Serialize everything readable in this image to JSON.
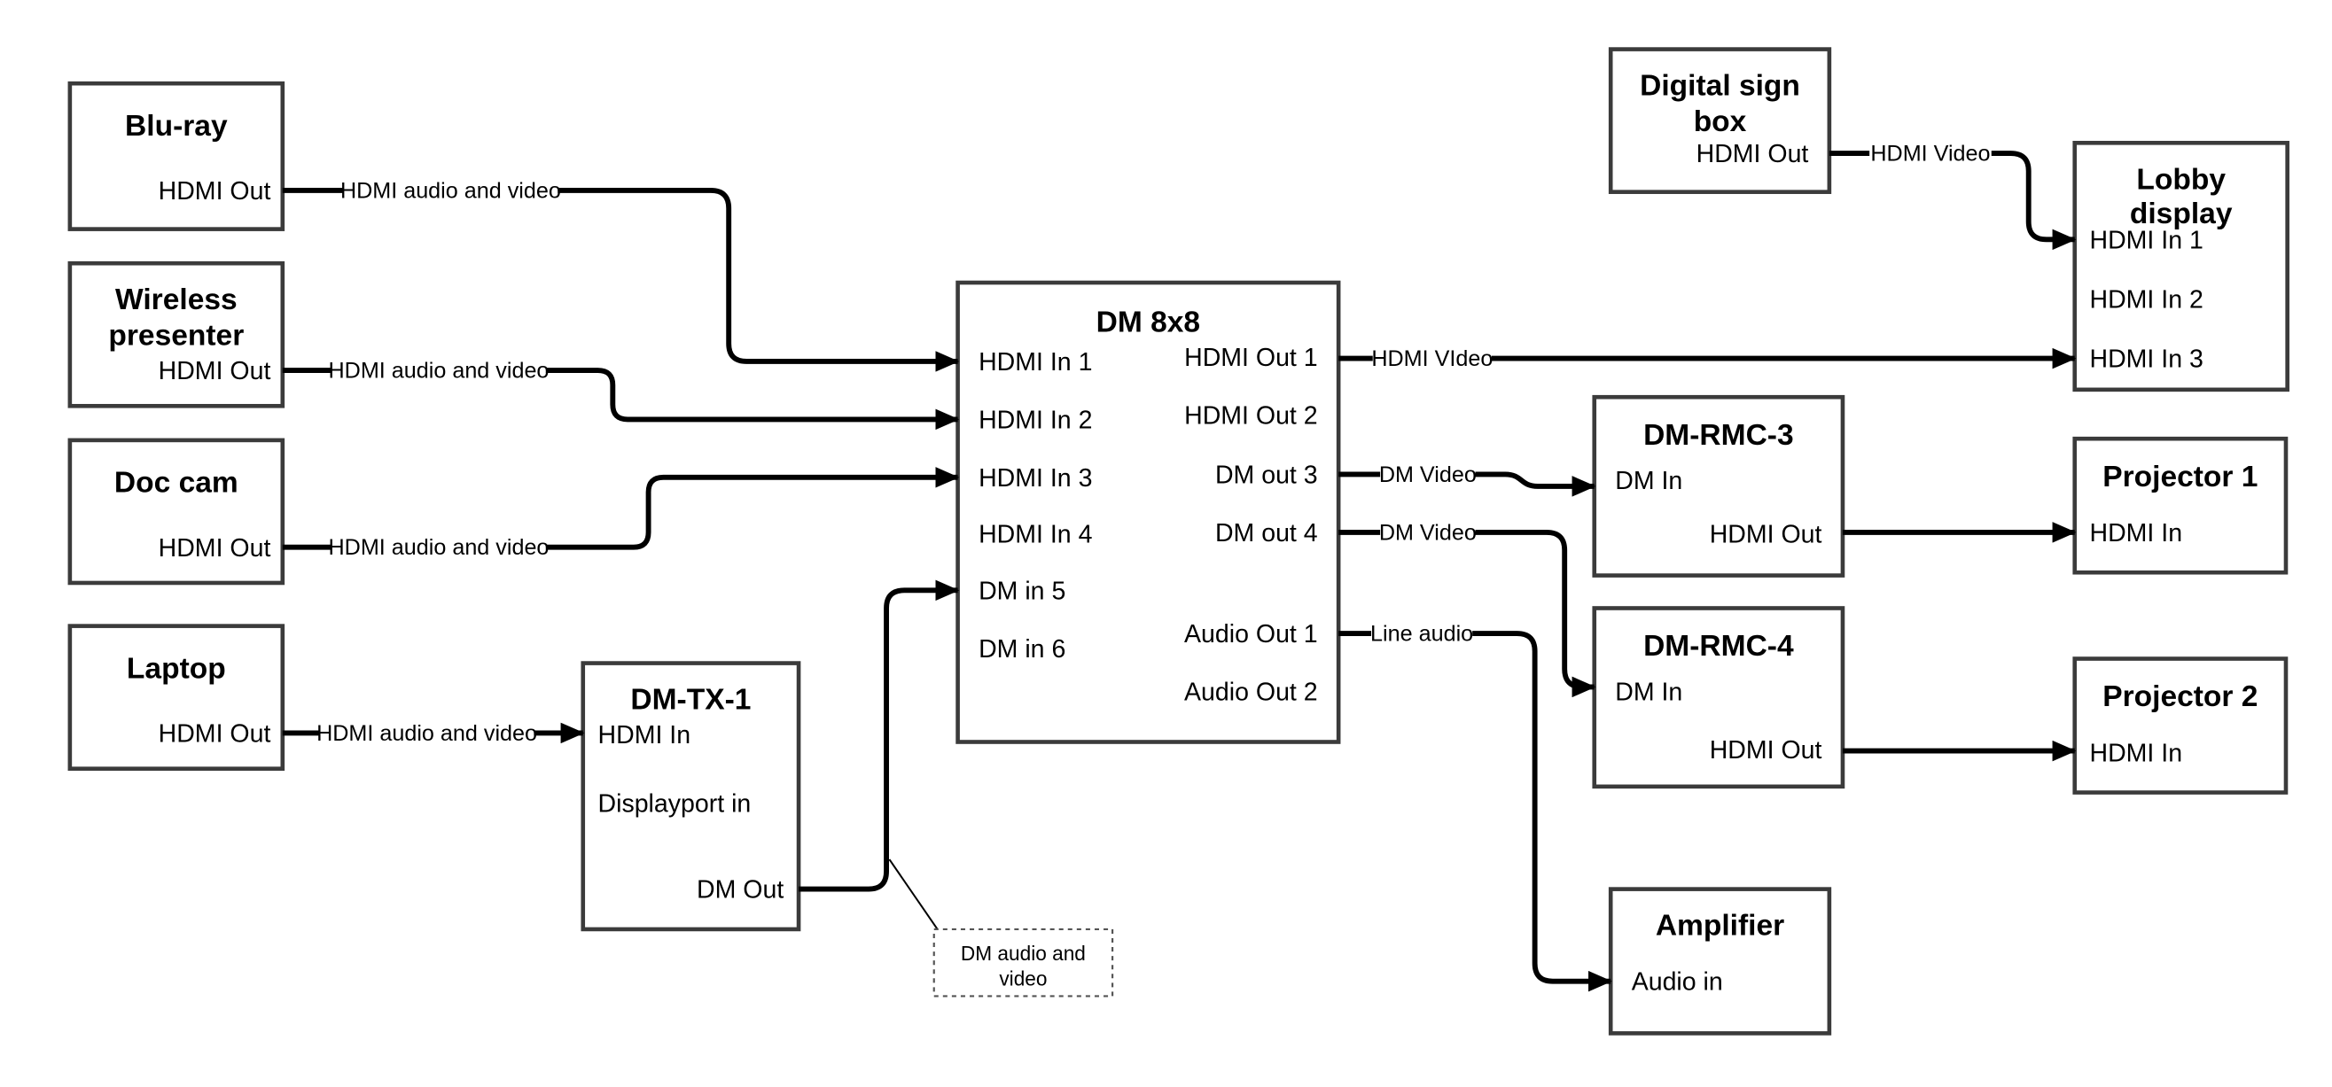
{
  "nodes": {
    "bluray": {
      "title": "Blu-ray",
      "port_hdmi_out": "HDMI Out"
    },
    "wireless_presenter": {
      "title_line1": "Wireless",
      "title_line2": "presenter",
      "port_hdmi_out": "HDMI Out"
    },
    "doc_cam": {
      "title": "Doc cam",
      "port_hdmi_out": "HDMI Out"
    },
    "laptop": {
      "title": "Laptop",
      "port_hdmi_out": "HDMI Out"
    },
    "dm_tx_1": {
      "title": "DM-TX-1",
      "port_hdmi_in": "HDMI In",
      "port_displayport_in": "Displayport in",
      "port_dm_out": "DM Out"
    },
    "dm_8x8": {
      "title": "DM 8x8",
      "inputs": [
        "HDMI In 1",
        "HDMI In 2",
        "HDMI In 3",
        "HDMI In 4",
        "DM in 5",
        "DM in 6"
      ],
      "outputs": [
        "HDMI Out 1",
        "HDMI Out 2",
        "DM out 3",
        "DM out 4",
        "Audio Out 1",
        "Audio Out 2"
      ]
    },
    "digital_sign_box": {
      "title_line1": "Digital sign",
      "title_line2": "box",
      "port_hdmi_out": "HDMI Out"
    },
    "lobby_display": {
      "title_line1": "Lobby",
      "title_line2": "display",
      "inputs": [
        "HDMI In 1",
        "HDMI In 2",
        "HDMI In 3"
      ]
    },
    "dm_rmc_3": {
      "title": "DM-RMC-3",
      "port_dm_in": "DM In",
      "port_hdmi_out": "HDMI Out"
    },
    "projector_1": {
      "title": "Projector 1",
      "port_hdmi_in": "HDMI In"
    },
    "dm_rmc_4": {
      "title": "DM-RMC-4",
      "port_dm_in": "DM In",
      "port_hdmi_out": "HDMI Out"
    },
    "projector_2": {
      "title": "Projector 2",
      "port_hdmi_in": "HDMI In"
    },
    "amplifier": {
      "title": "Amplifier",
      "port_audio_in": "Audio in"
    }
  },
  "wire_labels": {
    "bluray_to_dm8x8": "HDMI audio and video",
    "wireless_to_dm8x8": "HDMI audio and video",
    "doc_cam_to_dm8x8": "HDMI audio and video",
    "laptop_to_dm_tx_1": "HDMI audio and video",
    "hdmi_out_1_to_lobby": "HDMI VIdeo",
    "dm_out_3_to_rmc3": "DM Video",
    "dm_out_4_to_rmc4": "DM Video",
    "audio_out_1_to_amplifier": "Line audio",
    "sign_box_to_lobby": "HDMI Video",
    "dm_out_callout_line1": "DM audio and",
    "dm_out_callout_line2": "video"
  },
  "colors": {
    "background": "#ffffff",
    "box_border": "#3b3b3b",
    "wire": "#000000",
    "text": "#000000"
  }
}
